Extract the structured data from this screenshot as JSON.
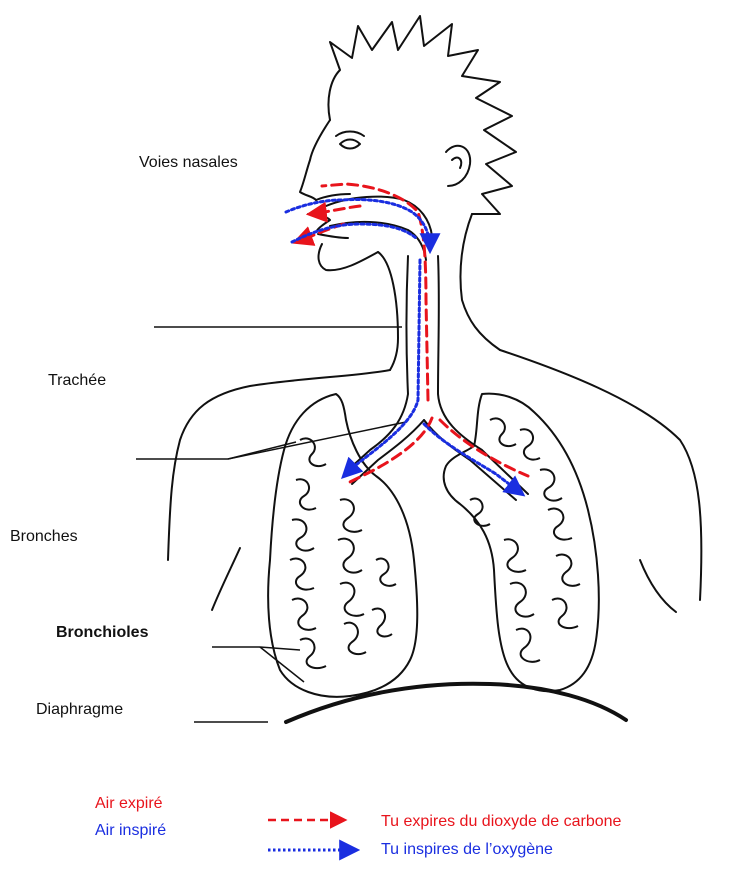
{
  "labels": {
    "voies_nasales": "Voies nasales",
    "trachee": "Trachée",
    "bronches": "Bronches",
    "bronchioles": "Bronchioles",
    "diaphragme": "Diaphragme"
  },
  "legend": {
    "air_expire": "Air expiré",
    "air_inspire": "Air inspiré",
    "expire_arrow_text": "Tu expires du dioxyde de carbone",
    "inspire_arrow_text": "Tu inspires de l’oxygène"
  },
  "colors": {
    "expired": "#e8141c",
    "inspired": "#1a2ee0",
    "ink": "#111111"
  }
}
